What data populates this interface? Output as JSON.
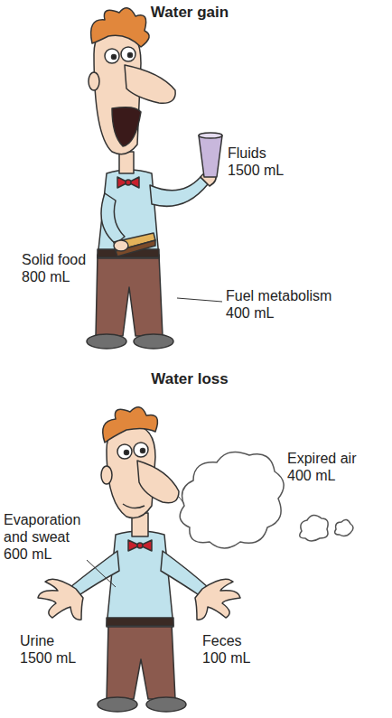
{
  "diagram": {
    "labels": [
      "Water gain",
      "Fluids 1500 mL",
      "Solid food 800 mL",
      "Fuel metabolism 400 mL",
      "Water loss",
      "Expired air 400 mL",
      "Evaporation and sweat 600 mL",
      "Urine 1500 mL",
      "Feces 100 mL"
    ]
  }
}
